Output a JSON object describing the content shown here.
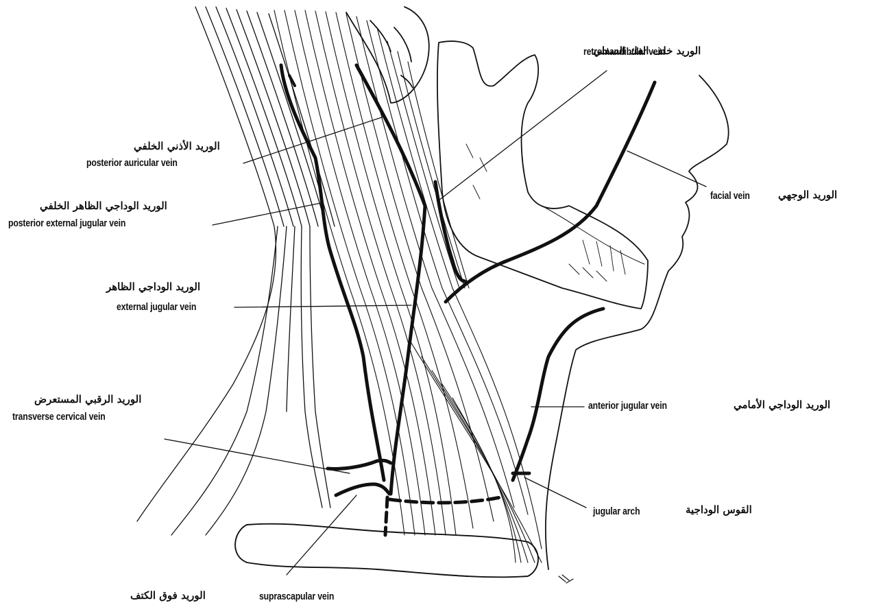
{
  "labels": {
    "retromandibular": {
      "en": "retromandibular vein",
      "ar": "الوريد خلف الفك السفلي"
    },
    "posterior_auricular": {
      "en": "posterior auricular vein",
      "ar": "الوريد الأذني الخلفي"
    },
    "posterior_external_jugular": {
      "en": "posterior external  jugular vein",
      "ar": "الوريد الوداجي الظاهر الخلفي"
    },
    "external_jugular": {
      "en": "external jugular vein",
      "ar": "الوريد الوداجي الظاهر"
    },
    "facial": {
      "en": "facial vein",
      "ar": "الوريد الوجهي"
    },
    "transverse_cervical": {
      "en": "transverse cervical vein",
      "ar": "الوريد الرقبي المستعرض"
    },
    "anterior_jugular": {
      "en": "anterior jugular vein",
      "ar": "الوريد الوداجي الأمامي"
    },
    "jugular_arch": {
      "en": "jugular arch",
      "ar": "القوس الوداجية"
    },
    "suprascapular": {
      "en": "suprascapular vein",
      "ar": "الوريد فوق الكتف"
    }
  }
}
